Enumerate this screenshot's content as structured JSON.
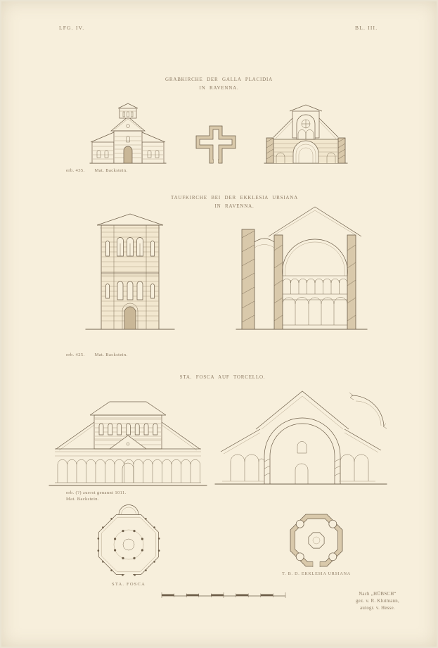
{
  "plate": {
    "ref_left": "LFG. IV.",
    "ref_right": "BL. III."
  },
  "section_galla": {
    "title": "GRABKIRCHE DER GALLA PLACIDIA",
    "subtitle": "IN RAVENNA.",
    "built": "erb. 435.",
    "material": "Mat. Backstein."
  },
  "section_taufkirche": {
    "title": "TAUFKIRCHE BEI DER EKKLESIA URSIANA",
    "subtitle": "IN RAVENNA.",
    "built": "erb. 425.",
    "material": "Mat. Backstein."
  },
  "section_fosca": {
    "title": "STA. FOSCA AUF TORCELLO.",
    "built": "erb. (?) zuerst genannt 1011.",
    "material": "Mat. Backstein."
  },
  "plan_labels": {
    "sta_fosca": "STA. FOSCA",
    "ursiana": "T. B. D. EKKLESIA URSIANA"
  },
  "credits": {
    "line1": "Nach „HÜBSCH“",
    "line2": "gez. v. R. Klutmann,",
    "line3": "autogr. v. Hesse."
  }
}
